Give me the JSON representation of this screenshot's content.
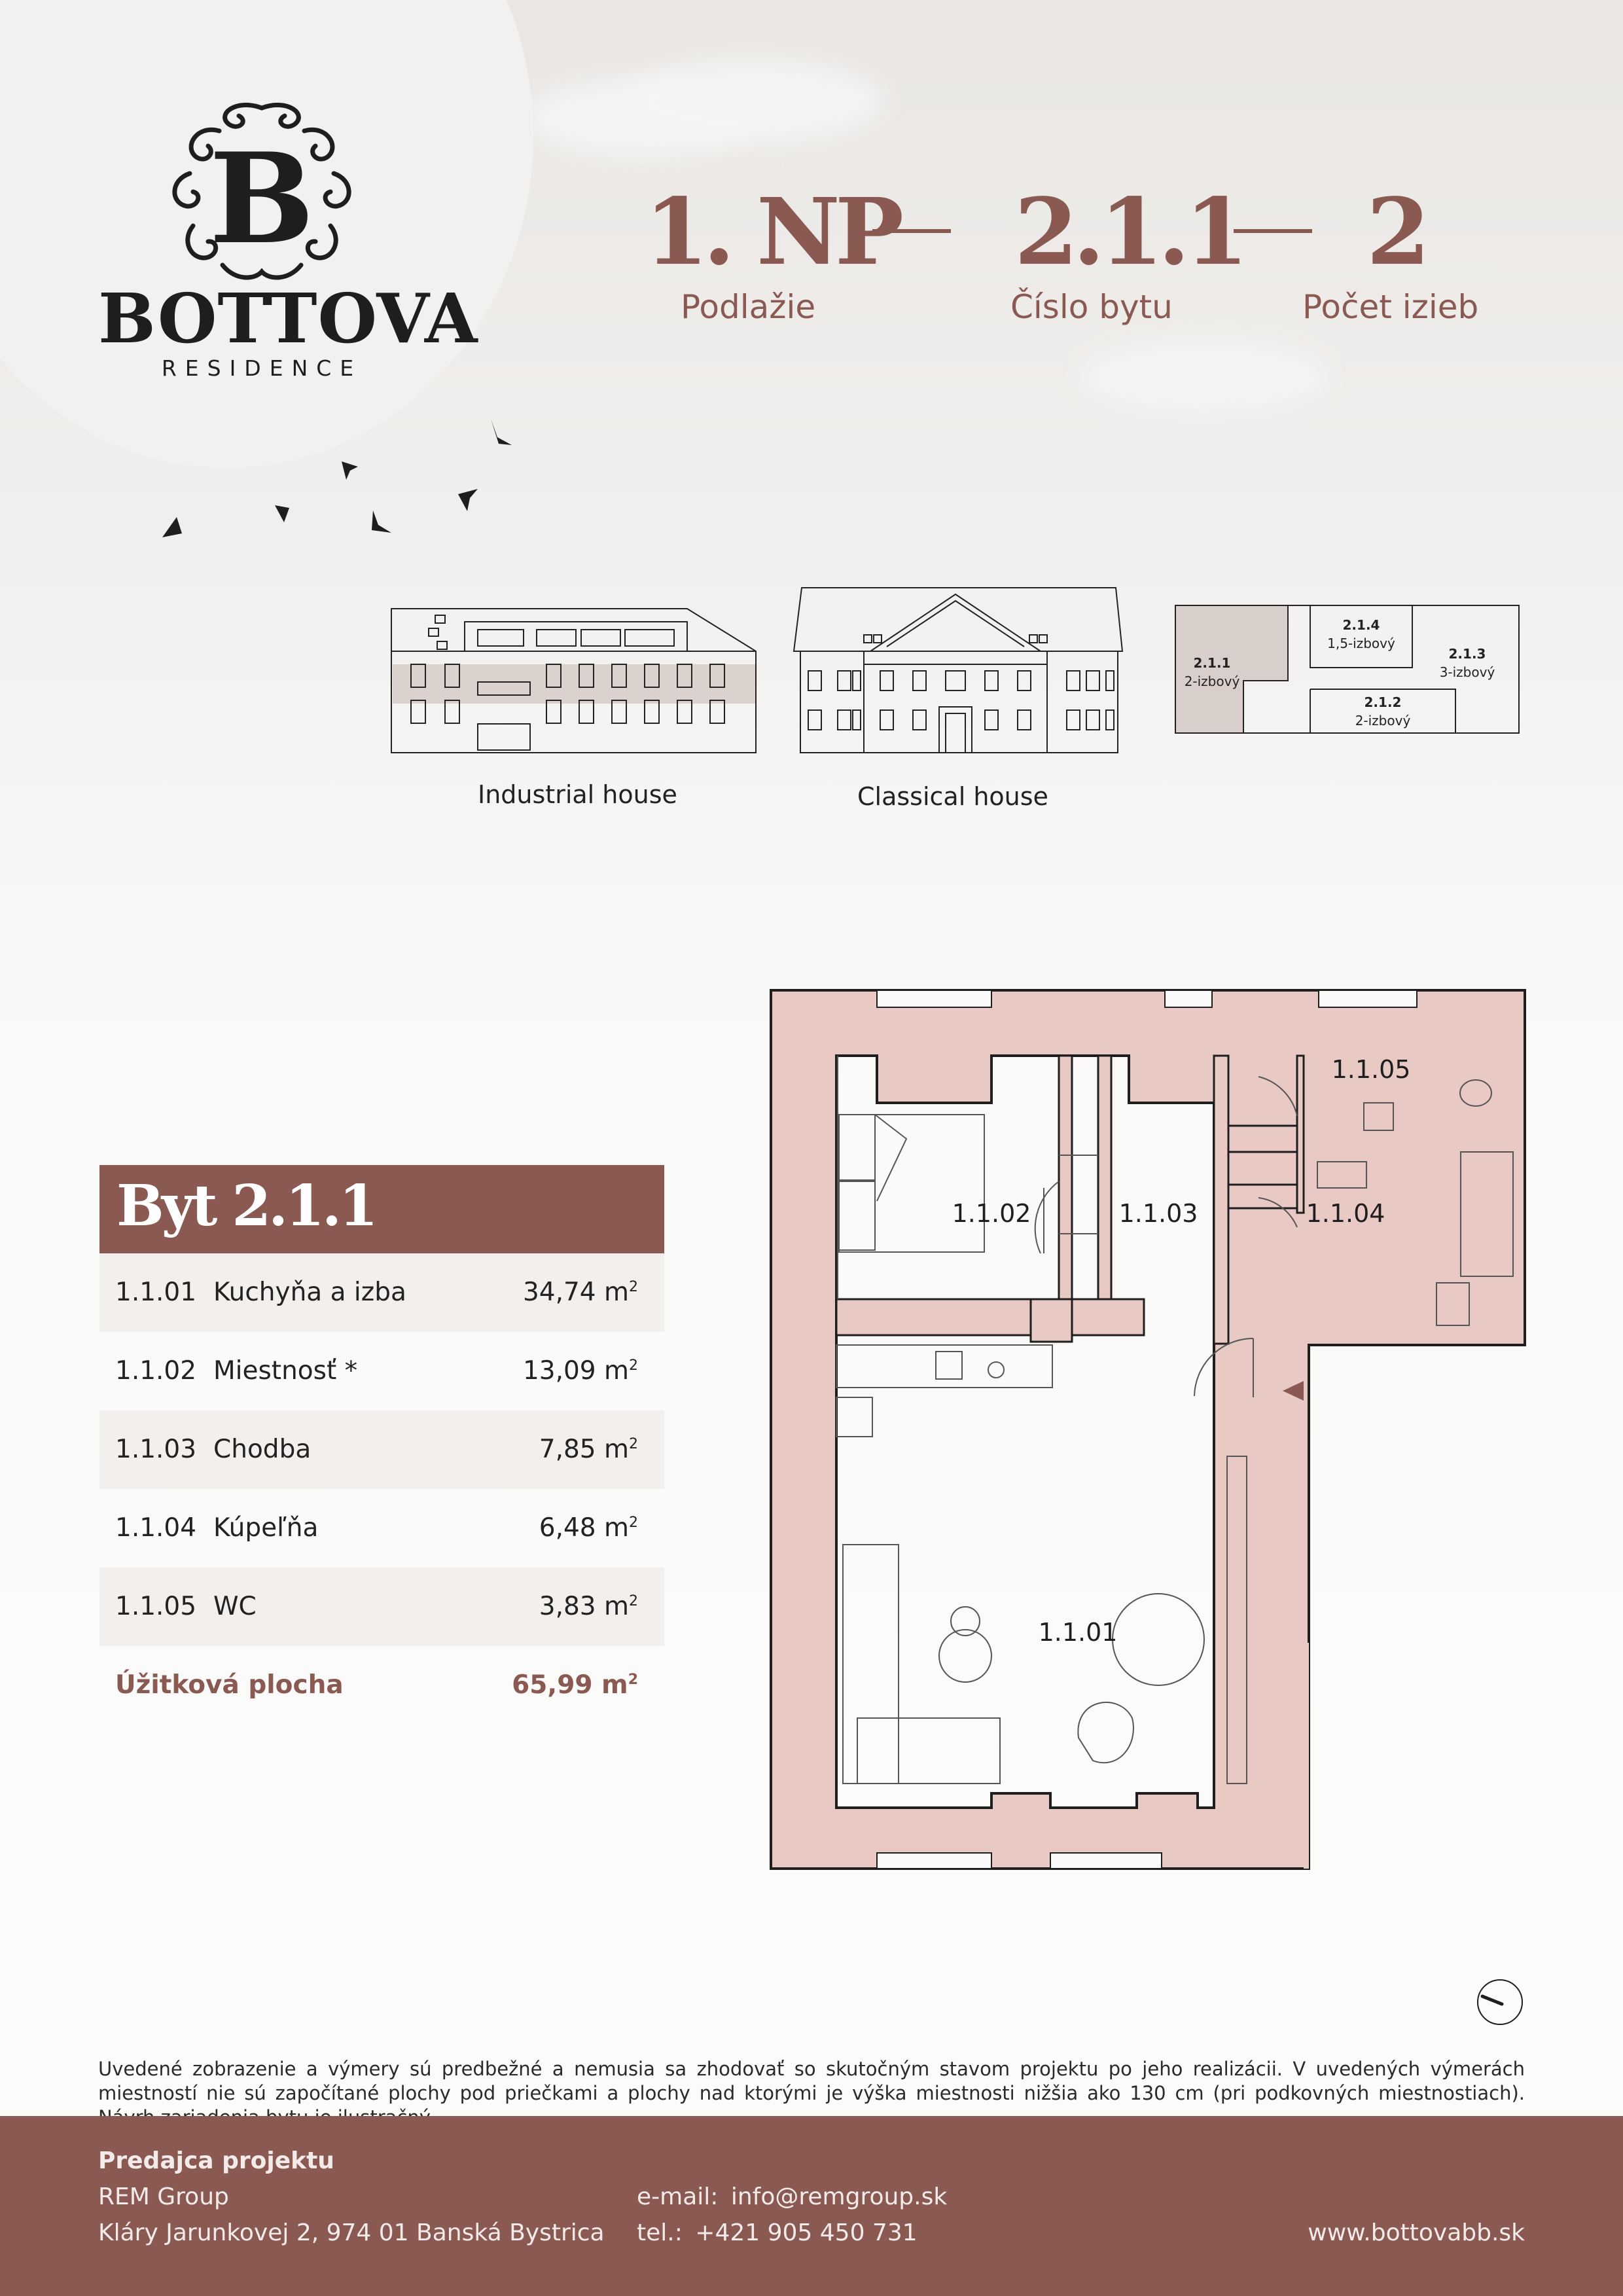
{
  "brand": {
    "name": "BOTTOVA",
    "sub": "RESIDENCE",
    "monogram": "B"
  },
  "header": {
    "floor_value": "1. NP",
    "floor_label": "Podlažie",
    "unit_value": "2.1.1",
    "unit_label": "Číslo bytu",
    "rooms_value": "2",
    "rooms_label": "Počet izieb"
  },
  "buildings": {
    "industrial": "Industrial house",
    "classical": "Classical house"
  },
  "keyplan": [
    {
      "id": "2.1.1",
      "type": "2-izbový"
    },
    {
      "id": "2.1.4",
      "type": "1,5-izbový"
    },
    {
      "id": "2.1.3",
      "type": "3-izbový"
    },
    {
      "id": "2.1.2",
      "type": "2-izbový"
    }
  ],
  "table": {
    "title": "Byt 2.1.1",
    "rows": [
      {
        "code": "1.1.01",
        "name": "Kuchyňa a izba",
        "area": "34,74 m",
        "unit": "2"
      },
      {
        "code": "1.1.02",
        "name": "Miestnosť *",
        "area": "13,09 m",
        "unit": "2"
      },
      {
        "code": "1.1.03",
        "name": "Chodba",
        "area": "7,85 m",
        "unit": "2"
      },
      {
        "code": "1.1.04",
        "name": "Kúpeľňa",
        "area": "6,48 m",
        "unit": "2"
      },
      {
        "code": "1.1.05",
        "name": "WC",
        "area": "3,83 m",
        "unit": "2"
      }
    ],
    "total_label": "Úžitková plocha",
    "total_area": "65,99 m",
    "total_unit": "2"
  },
  "plan_labels": {
    "r1101": "1.1.01",
    "r1102": "1.1.02",
    "r1103": "1.1.03",
    "r1104": "1.1.04",
    "r1105": "1.1.05"
  },
  "disclaimer": "Uvedené zobrazenie a výmery sú predbežné a nemusia sa zhodovať so skutočným stavom projektu po jeho realizácii. V uvedených výmerách miestností nie sú započítané plochy pod priečkami a plochy nad ktorými je výška miestnosti nižšia ako 130 cm (pri podkovných miestnostiach). Návrh zariadenia bytu je ilustračný.",
  "footer": {
    "seller_title": "Predajca projektu",
    "company": "REM Group",
    "address": "Kláry Jarunkovej 2, 974 01 Banská Bystrica",
    "email_label": "e-mail:",
    "email": "info@remgroup.sk",
    "tel_label": "tel.:",
    "tel": "+421 905 450 731",
    "web": "www.bottovabb.sk"
  },
  "colors": {
    "accent": "#8a5a52",
    "wall": "#e8c9c4",
    "keyplan_highlight": "#d8cfcb",
    "footer": "#8a5a52"
  }
}
